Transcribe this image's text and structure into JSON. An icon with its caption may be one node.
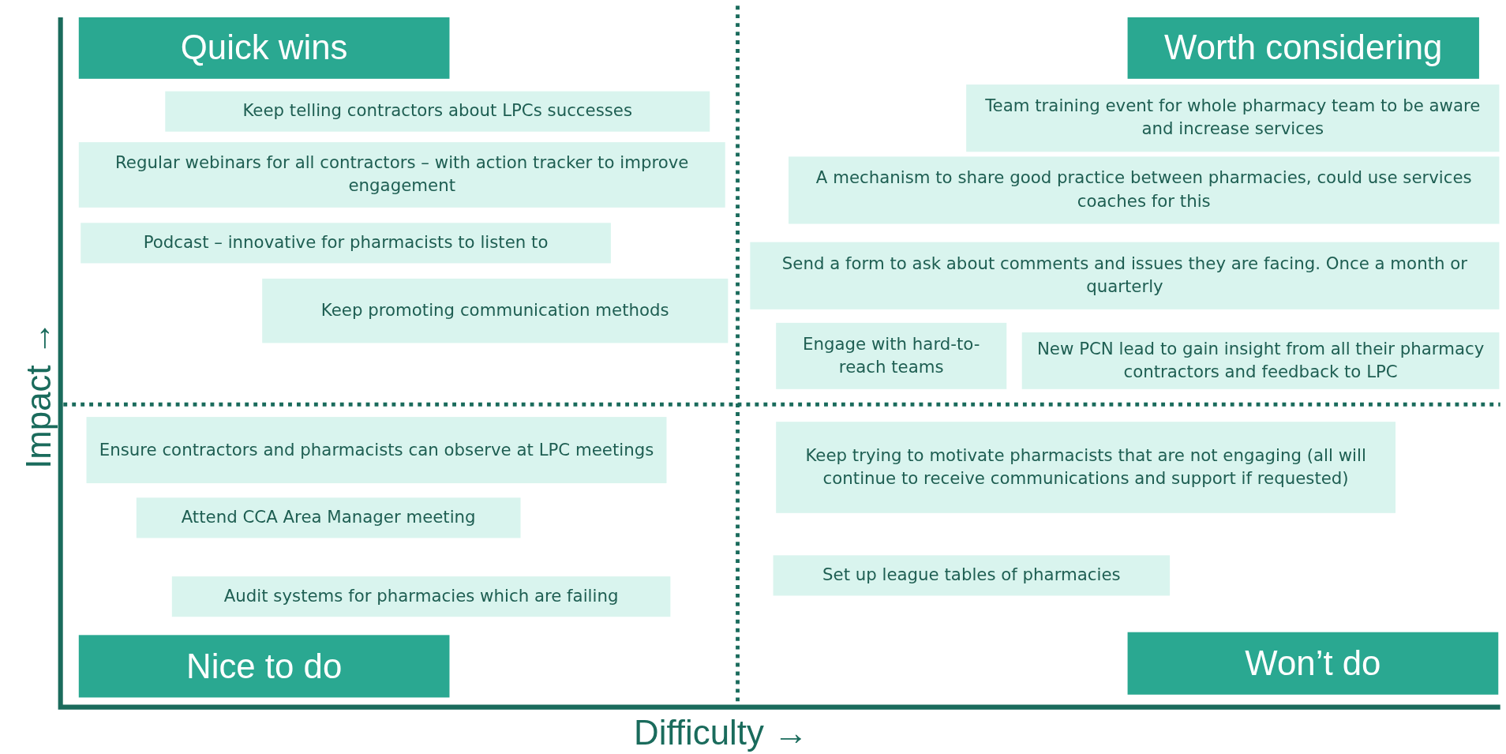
{
  "diagram": {
    "nodes": [
      {
        "text": [
          "Quick wins"
        ]
      },
      {
        "text": [
          "Keep telling contractors about LPCs successes"
        ]
      },
      {
        "text": [
          "Regular webinars for all contractors – with action tracker to improve engagement"
        ]
      },
      {
        "text": [
          "Podcast – innovative for pharmacists to listen to"
        ]
      },
      {
        "text": [
          "Keep promoting communication methods"
        ]
      },
      {
        "text": [
          "Worth considering"
        ]
      },
      {
        "text": [
          "Team training event for whole pharmacy team to be aware and increase services"
        ]
      },
      {
        "text": [
          "A mechanism to share good practice between pharmacies, could use services coaches for this"
        ]
      },
      {
        "text": [
          "Send a form to ask about comments and issues they are facing. Once a month or quarterly"
        ]
      },
      {
        "text": [
          "Engage with hard-to-reach teams"
        ]
      },
      {
        "text": [
          "New PCN lead to gain insight from all their pharmacy contractors and feedback to LPC"
        ]
      },
      {
        "text": [
          "Ensure contractors and pharmacists can observe at LPC meetings"
        ]
      },
      {
        "text": [
          "Attend CCA Area Manager meeting"
        ]
      },
      {
        "text": [
          "Audit systems for pharmacies which are failing"
        ]
      },
      {
        "text": [
          "Nice to do"
        ]
      },
      {
        "text": [
          "Keep trying to motivate pharmacists that are not engaging (all will continue to receive communications and support if requested)"
        ]
      },
      {
        "text": [
          "Set up league tables of pharmacies"
        ]
      },
      {
        "text": [
          "Won’t do"
        ]
      }
    ],
    "edges": [],
    "labels": [
      "Impact →",
      "Difficulty →"
    ]
  }
}
